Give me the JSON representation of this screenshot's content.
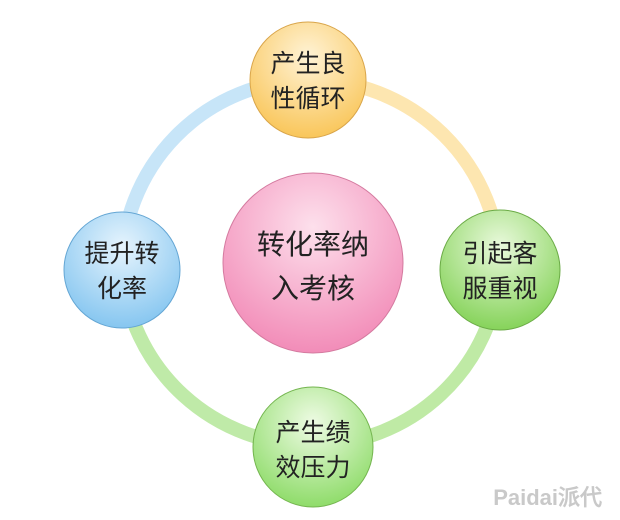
{
  "center": {
    "line1": "转化率纳",
    "line2": "入考核",
    "color": "#f6a3c6"
  },
  "nodes": [
    {
      "id": "top",
      "line1": "产生良",
      "line2": "性循环",
      "color": "#fcd27a"
    },
    {
      "id": "right",
      "line1": "引起客",
      "line2": "服重视",
      "color": "#9fdc73"
    },
    {
      "id": "bottom",
      "line1": "产生绩",
      "line2": "效压力",
      "color": "#a9e58c"
    },
    {
      "id": "left",
      "line1": "提升转",
      "line2": "化率",
      "color": "#9fd2f3"
    }
  ],
  "watermark": "Paidai派代"
}
